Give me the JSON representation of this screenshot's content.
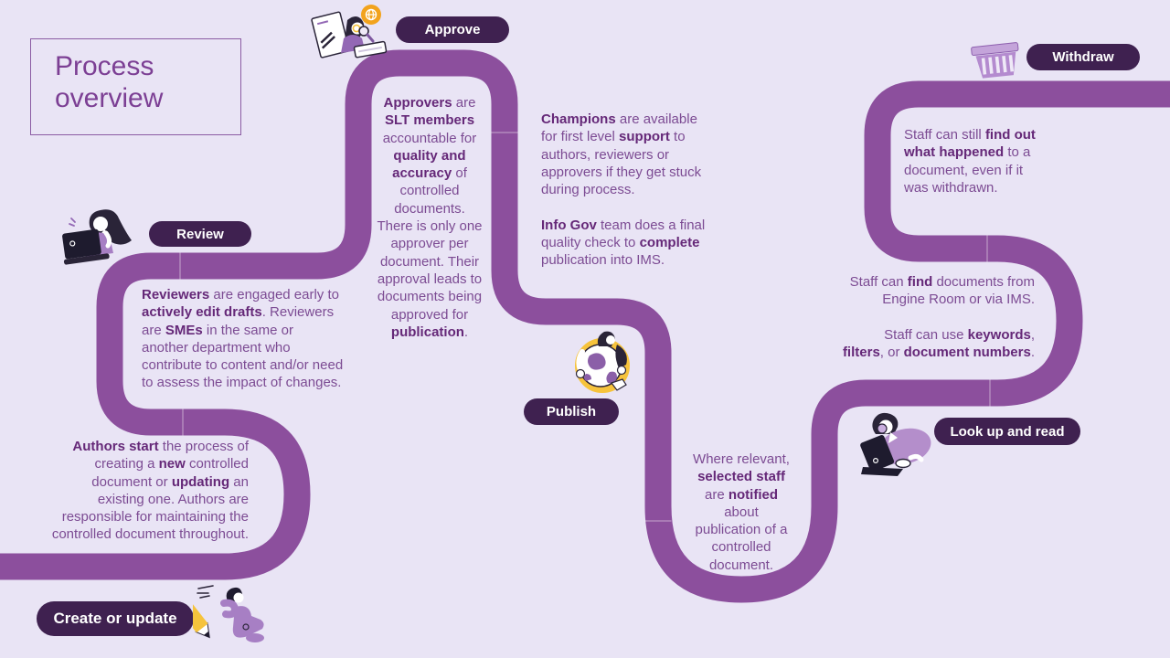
{
  "title": {
    "line1": "Process",
    "line2": "overview"
  },
  "stages": {
    "create": "Create or update",
    "review": "Review",
    "approve": "Approve",
    "publish": "Publish",
    "lookup": "Look up and read",
    "withdraw": "Withdraw"
  },
  "blocks": {
    "authors": {
      "lines": [
        [
          {
            "t": "Authors start",
            "b": 1
          },
          {
            "t": " the process of",
            "b": 0
          }
        ],
        [
          {
            "t": "creating a ",
            "b": 0
          },
          {
            "t": "new",
            "b": 1
          },
          {
            "t": " controlled",
            "b": 0
          }
        ],
        [
          {
            "t": "document or ",
            "b": 0
          },
          {
            "t": "updating",
            "b": 1
          },
          {
            "t": " an",
            "b": 0
          }
        ],
        [
          {
            "t": "existing one. Authors are",
            "b": 0
          }
        ],
        [
          {
            "t": "responsible for maintaining the",
            "b": 0
          }
        ],
        [
          {
            "t": "controlled document throughout.",
            "b": 0
          }
        ]
      ]
    },
    "reviewers": {
      "lines": [
        [
          {
            "t": "Reviewers",
            "b": 1
          },
          {
            "t": " are engaged early to",
            "b": 0
          }
        ],
        [
          {
            "t": "actively edit drafts",
            "b": 1
          },
          {
            "t": ". Reviewers",
            "b": 0
          }
        ],
        [
          {
            "t": "are ",
            "b": 0
          },
          {
            "t": "SMEs",
            "b": 1
          },
          {
            "t": " in the same or",
            "b": 0
          }
        ],
        [
          {
            "t": "another department who",
            "b": 0
          }
        ],
        [
          {
            "t": "contribute to content and/or need",
            "b": 0
          }
        ],
        [
          {
            "t": "to assess the impact of changes.",
            "b": 0
          }
        ]
      ]
    },
    "approvers": {
      "lines": [
        [
          {
            "t": "Approvers",
            "b": 1
          },
          {
            "t": " are",
            "b": 0
          }
        ],
        [
          {
            "t": "SLT members",
            "b": 1
          }
        ],
        [
          {
            "t": "accountable for",
            "b": 0
          }
        ],
        [
          {
            "t": "quality and",
            "b": 1
          }
        ],
        [
          {
            "t": "accuracy",
            "b": 1
          },
          {
            "t": " of",
            "b": 0
          }
        ],
        [
          {
            "t": "controlled",
            "b": 0
          }
        ],
        [
          {
            "t": "documents.",
            "b": 0
          }
        ],
        [
          {
            "t": "There is only one",
            "b": 0
          }
        ],
        [
          {
            "t": "approver per",
            "b": 0
          }
        ],
        [
          {
            "t": "document. Their",
            "b": 0
          }
        ],
        [
          {
            "t": "approval leads to",
            "b": 0
          }
        ],
        [
          {
            "t": "documents being",
            "b": 0
          }
        ],
        [
          {
            "t": "approved for",
            "b": 0
          }
        ],
        [
          {
            "t": "publication",
            "b": 1
          },
          {
            "t": ".",
            "b": 0
          }
        ]
      ]
    },
    "champions": {
      "lines": [
        [
          {
            "t": "Champions",
            "b": 1
          },
          {
            "t": " are available",
            "b": 0
          }
        ],
        [
          {
            "t": "for first level ",
            "b": 0
          },
          {
            "t": "support",
            "b": 1
          },
          {
            "t": " to",
            "b": 0
          }
        ],
        [
          {
            "t": "authors, reviewers or",
            "b": 0
          }
        ],
        [
          {
            "t": "approvers if they get stuck",
            "b": 0
          }
        ],
        [
          {
            "t": "during process.",
            "b": 0
          }
        ],
        [],
        [
          {
            "t": "Info Gov",
            "b": 1
          },
          {
            "t": " team does a final",
            "b": 0
          }
        ],
        [
          {
            "t": "quality check to ",
            "b": 0
          },
          {
            "t": "complete",
            "b": 1
          }
        ],
        [
          {
            "t": "publication into IMS.",
            "b": 0
          }
        ]
      ]
    },
    "publish_notify": {
      "lines": [
        [
          {
            "t": "Where relevant,",
            "b": 0
          }
        ],
        [
          {
            "t": "selected staff",
            "b": 1
          }
        ],
        [
          {
            "t": "are ",
            "b": 0
          },
          {
            "t": "notified",
            "b": 1
          }
        ],
        [
          {
            "t": "about",
            "b": 0
          }
        ],
        [
          {
            "t": "publication of a",
            "b": 0
          }
        ],
        [
          {
            "t": "controlled",
            "b": 0
          }
        ],
        [
          {
            "t": "document.",
            "b": 0
          }
        ]
      ]
    },
    "withdraw_info": {
      "lines": [
        [
          {
            "t": "Staff can still ",
            "b": 0
          },
          {
            "t": "find out",
            "b": 1
          }
        ],
        [
          {
            "t": "what happened",
            "b": 1
          },
          {
            "t": " to a",
            "b": 0
          }
        ],
        [
          {
            "t": "document, even if it",
            "b": 0
          }
        ],
        [
          {
            "t": "was withdrawn.",
            "b": 0
          }
        ]
      ]
    },
    "find_docs": {
      "lines": [
        [
          {
            "t": "Staff can ",
            "b": 0
          },
          {
            "t": "find",
            "b": 1
          },
          {
            "t": " documents from",
            "b": 0
          }
        ],
        [
          {
            "t": "Engine Room or via IMS.",
            "b": 0
          }
        ],
        [],
        [
          {
            "t": "Staff can use ",
            "b": 0
          },
          {
            "t": "keywords",
            "b": 1
          },
          {
            "t": ",",
            "b": 0
          }
        ],
        [
          {
            "t": "filters",
            "b": 1
          },
          {
            "t": ", or ",
            "b": 0
          },
          {
            "t": "document numbers",
            "b": 1
          },
          {
            "t": ".",
            "b": 0
          }
        ]
      ]
    }
  },
  "icons": {
    "create": "person-hugging-pencil-illustration",
    "review": "woman-at-laptop-illustration",
    "approve": "person-with-documents-globe-magnifier-illustration",
    "publish": "person-hugging-globe-illustration",
    "lookup": "person-reading-laptop-illustration",
    "withdraw": "basket-illustration"
  },
  "colors": {
    "background": "#E9E4F5",
    "path": "#8C4F9D",
    "pill_background": "#3F2150",
    "pill_text": "#FFFFFF",
    "body_text": "#7C4B93",
    "body_text_bold": "#652878",
    "title_text": "#7C3F94",
    "title_border": "#8B5CA3",
    "accent_yellow": "#F6C33C",
    "accent_orange": "#F2A31D"
  }
}
